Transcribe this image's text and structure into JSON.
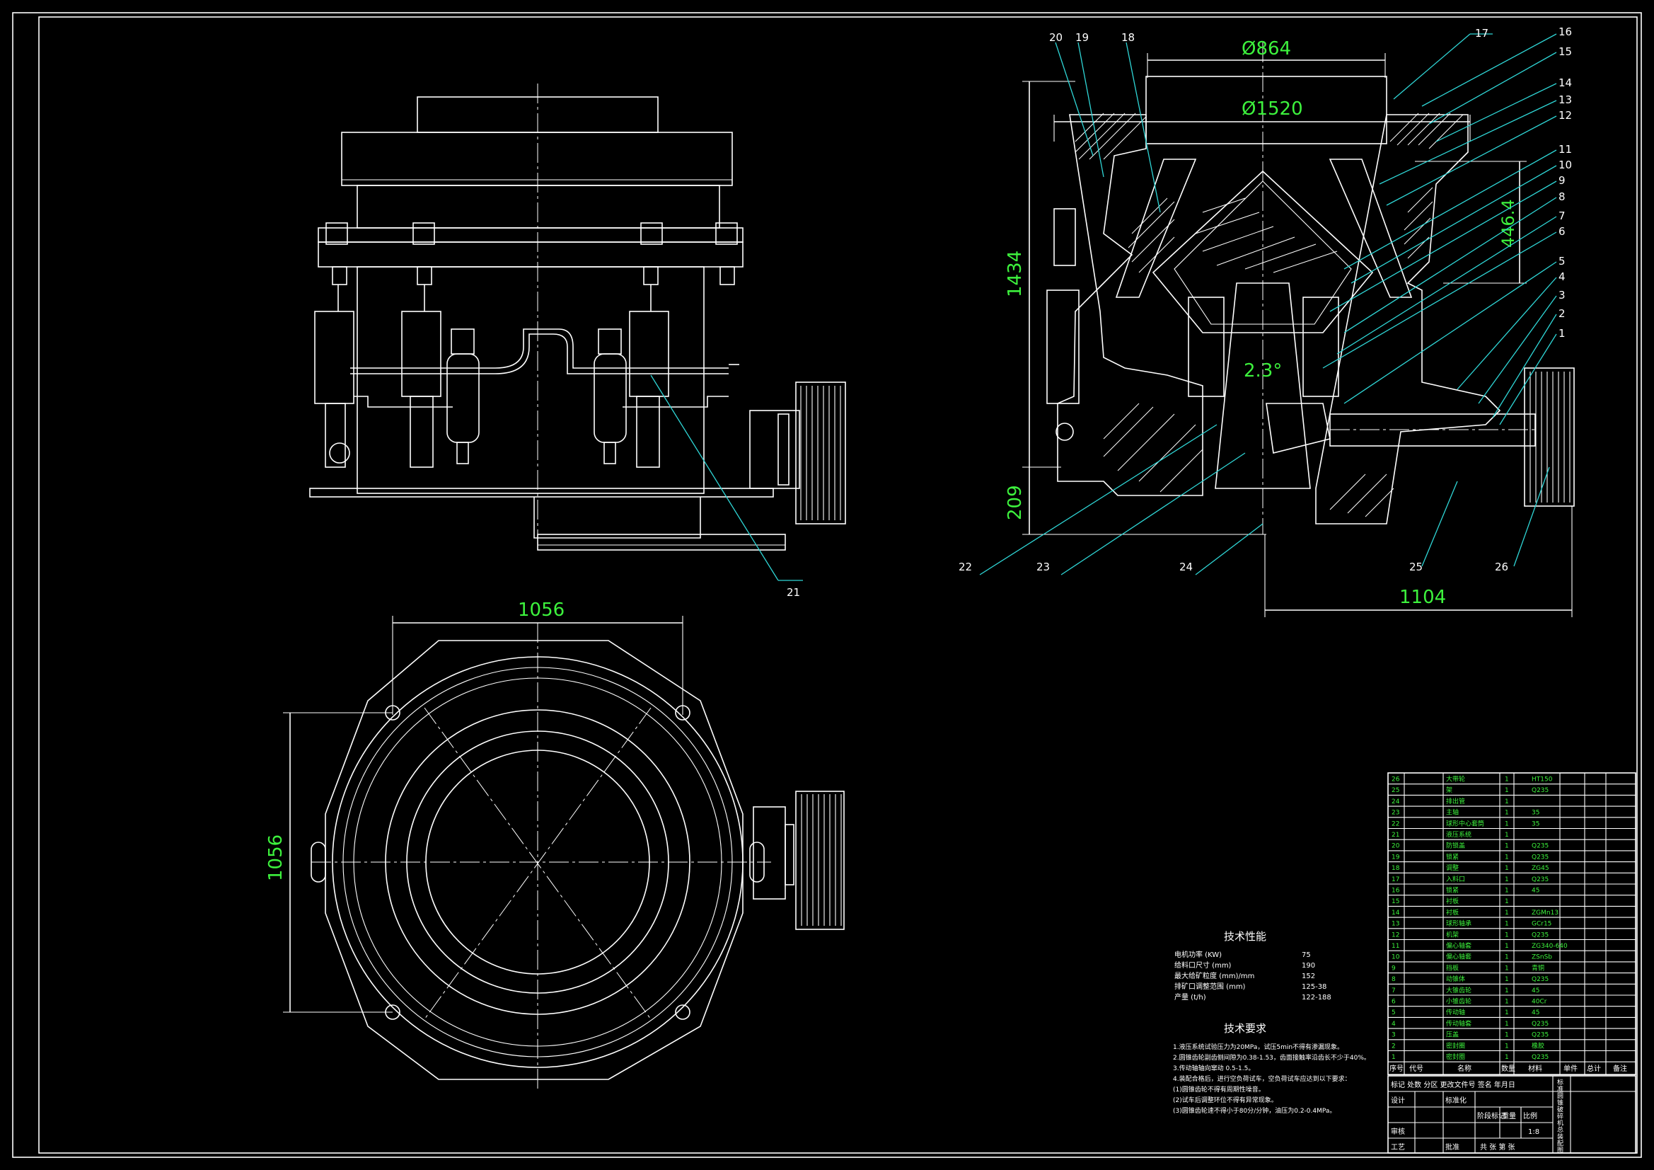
{
  "dimensions": {
    "d864": "Ø864",
    "d1520": "Ø1520",
    "h1434": "1434",
    "h446": "446.4",
    "h209": "209",
    "w1104": "1104",
    "angle": "2.3°",
    "plan_w": "1056",
    "plan_h": "1056"
  },
  "part_labels": [
    "1",
    "2",
    "3",
    "4",
    "5",
    "6",
    "7",
    "8",
    "9",
    "10",
    "11",
    "12",
    "13",
    "14",
    "15",
    "16",
    "17",
    "18",
    "19",
    "20",
    "21",
    "22",
    "23",
    "24",
    "25",
    "26"
  ],
  "tech_perf": {
    "title": "技术性能",
    "rows": [
      {
        "k": "电机功率 (KW)",
        "v": "75"
      },
      {
        "k": "给料口尺寸 (mm)",
        "v": "190"
      },
      {
        "k": "最大给矿粒度 (mm)/mm",
        "v": "152"
      },
      {
        "k": "排矿口调整范围 (mm)",
        "v": "125-38"
      },
      {
        "k": "产量 (t/h)",
        "v": "122-188"
      }
    ]
  },
  "tech_req": {
    "title": "技术要求",
    "lines": [
      "1.液压系统试验压力为20MPa，试压5min不得有渗漏现象。",
      "2.圆锥齿轮副齿侧间隙为0.38-1.53，齿面接触率沿齿长不少于40%。",
      "3.传动轴轴向窜动 0.5-1.5。",
      "4.装配合格后，进行空负荷试车，空负荷试车应达到以下要求：",
      "(1)圆锥齿轮不得有周期性噪音。",
      "(2)试车后调整环位不得有异常现象。",
      "(3)圆锥齿轮速不得小于80分/分钟，油压为0.2-0.4MPa。"
    ]
  },
  "bom": {
    "header": [
      "序号",
      "代号",
      "名称",
      "数量",
      "材料",
      "单件",
      "总计",
      "备注"
    ],
    "rows": [
      {
        "no": "26",
        "name": "大带轮",
        "qty": "1",
        "mat": "HT150"
      },
      {
        "no": "25",
        "name": "架",
        "qty": "1",
        "mat": "Q235"
      },
      {
        "no": "24",
        "name": "排出管",
        "qty": "1",
        "mat": ""
      },
      {
        "no": "23",
        "name": "主轴",
        "qty": "1",
        "mat": "35"
      },
      {
        "no": "22",
        "name": "球形中心套筒",
        "qty": "1",
        "mat": "35"
      },
      {
        "no": "21",
        "name": "液压系统",
        "qty": "1",
        "mat": ""
      },
      {
        "no": "20",
        "name": "防锁盖",
        "qty": "1",
        "mat": "Q235"
      },
      {
        "no": "19",
        "name": "锁紧",
        "qty": "1",
        "mat": "Q235"
      },
      {
        "no": "18",
        "name": "调整",
        "qty": "1",
        "mat": "ZG45"
      },
      {
        "no": "17",
        "name": "入料口",
        "qty": "1",
        "mat": "Q235"
      },
      {
        "no": "16",
        "name": "锁紧",
        "qty": "1",
        "mat": "45"
      },
      {
        "no": "15",
        "name": "衬板",
        "qty": "1",
        "mat": ""
      },
      {
        "no": "14",
        "name": "衬板",
        "qty": "1",
        "mat": "ZGMn13"
      },
      {
        "no": "13",
        "name": "球形轴承",
        "qty": "1",
        "mat": "GCr15"
      },
      {
        "no": "12",
        "name": "机架",
        "qty": "1",
        "mat": "Q235"
      },
      {
        "no": "11",
        "name": "偏心轴套",
        "qty": "1",
        "mat": "ZG340-640"
      },
      {
        "no": "10",
        "name": "偏心轴套",
        "qty": "1",
        "mat": "ZSnSb"
      },
      {
        "no": "9",
        "name": "挡板",
        "qty": "1",
        "mat": "青铜"
      },
      {
        "no": "8",
        "name": "动锥体",
        "qty": "1",
        "mat": "Q235"
      },
      {
        "no": "7",
        "name": "大锥齿轮",
        "qty": "1",
        "mat": "45"
      },
      {
        "no": "6",
        "name": "小锥齿轮",
        "qty": "1",
        "mat": "40Cr"
      },
      {
        "no": "5",
        "name": "传动轴",
        "qty": "1",
        "mat": "45"
      },
      {
        "no": "4",
        "name": "传动轴套",
        "qty": "1",
        "mat": "Q235"
      },
      {
        "no": "3",
        "name": "压盖",
        "qty": "1",
        "mat": "Q235"
      },
      {
        "no": "2",
        "name": "密封圈",
        "qty": "1",
        "mat": "橡胶"
      },
      {
        "no": "1",
        "name": "密封圈",
        "qty": "1",
        "mat": "Q235"
      }
    ]
  },
  "title_block": {
    "title_chars": [
      "标",
      "准",
      "圆",
      "锥",
      "破",
      "碎",
      "机",
      "总",
      "装",
      "配",
      "图"
    ],
    "row1": "标记 处数 分区 更改文件号 签名 年月日",
    "designer": "设计",
    "standard": "标准化",
    "stage": "阶段标记",
    "weight": "重量",
    "scale": "比例",
    "scale_val": "1:8",
    "review": "审核",
    "process": "工艺",
    "approve": "批准",
    "sheets": "共 张 第 张"
  }
}
